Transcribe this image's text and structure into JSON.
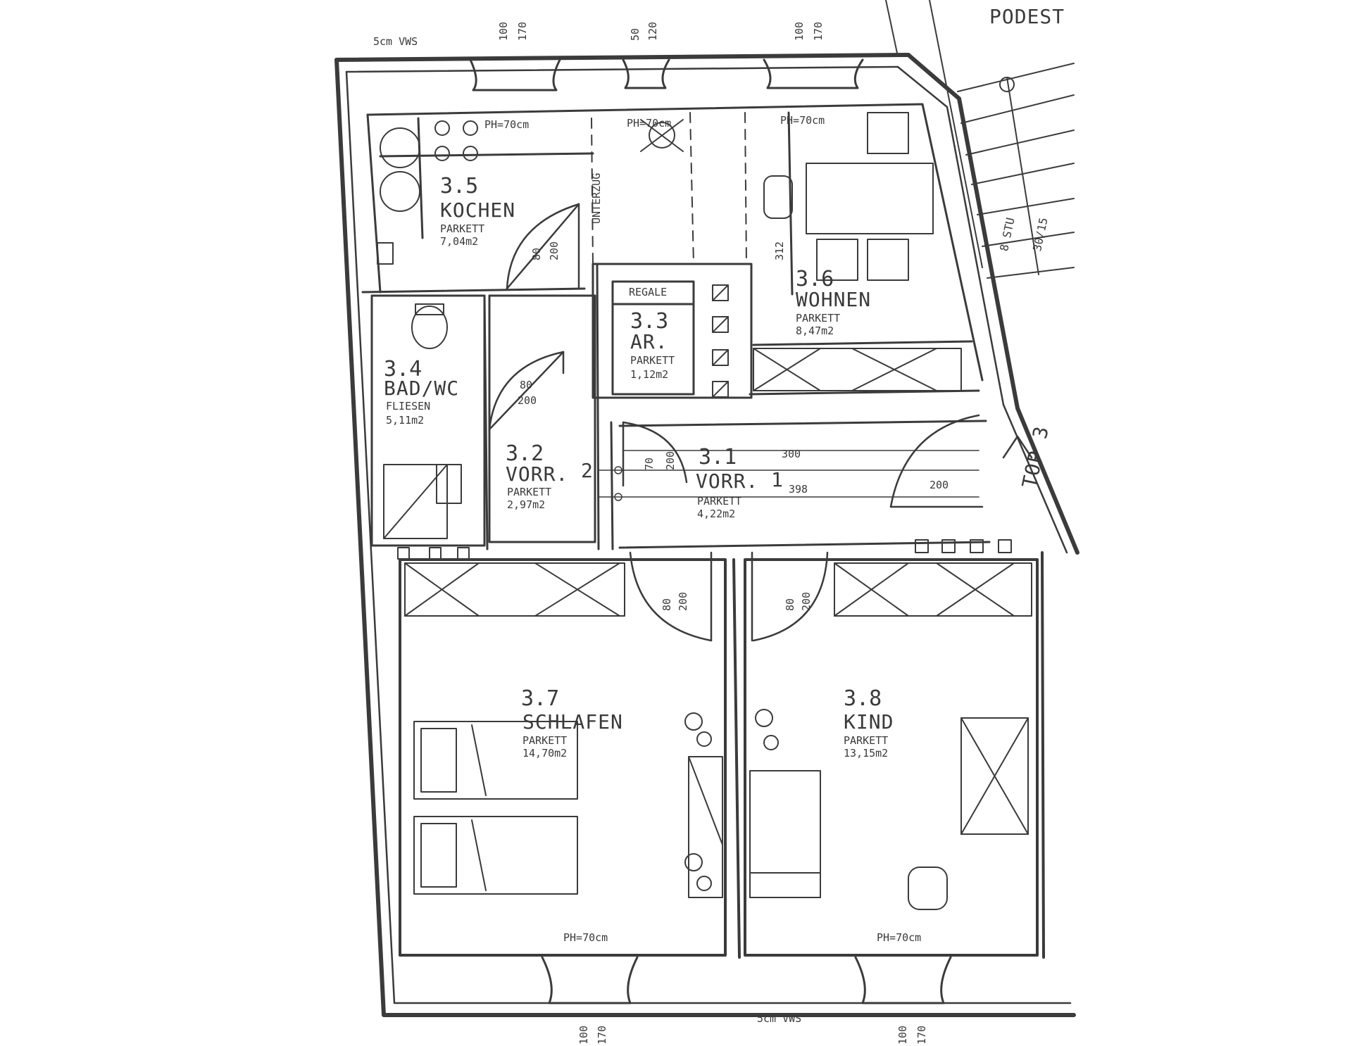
{
  "header": {
    "stairs_label": "PODEST"
  },
  "top_dims": {
    "wall_note": "5cm VWS",
    "window_left": [
      "100",
      "170"
    ],
    "window_mid": [
      "50",
      "120"
    ],
    "window_right": [
      "100",
      "170"
    ]
  },
  "bottom_dims": {
    "wall_note": "5cm VWS",
    "window_left": [
      "100",
      "170"
    ],
    "window_right": [
      "100",
      "170"
    ]
  },
  "stairs": {
    "count": "8 STU",
    "ratio": "30/15"
  },
  "entrance": {
    "label": "TOP 3"
  },
  "rooms": {
    "kochen": {
      "number": "3.5",
      "name": "KOCHEN",
      "floor": "PARKETT",
      "area": "7,04m2",
      "ph": "PH=70cm",
      "door": [
        "80",
        "200"
      ]
    },
    "wohnen": {
      "number": "3.6",
      "name": "WOHNEN",
      "floor": "PARKETT",
      "area": "8,47m2",
      "ph": "PH=70cm",
      "height_mark": "312"
    },
    "ar": {
      "number": "3.3",
      "name": "AR.",
      "floor": "PARKETT",
      "area": "1,12m2",
      "shelves": "REGALE"
    },
    "bad": {
      "number": "3.4",
      "name": "BAD/WC",
      "floor": "FLIESEN",
      "area": "5,11m2",
      "door": [
        "80",
        "200"
      ]
    },
    "vorr2": {
      "number": "3.2",
      "name": "VORR.",
      "floor": "PARKETT",
      "area": "2,97m2",
      "marker": "2"
    },
    "vorr1": {
      "number": "3.1",
      "name": "VORR.",
      "floor": "PARKETT",
      "area": "4,22m2",
      "marker": "1",
      "dim_a": "300",
      "dim_b": "398",
      "door": [
        "70",
        "200"
      ],
      "entry_door": "200"
    },
    "schlafen": {
      "number": "3.7",
      "name": "SCHLAFEN",
      "floor": "PARKETT",
      "area": "14,70m2",
      "ph": "PH=70cm",
      "door": [
        "80",
        "200"
      ]
    },
    "kind": {
      "number": "3.8",
      "name": "KIND",
      "floor": "PARKETT",
      "area": "13,15m2",
      "ph": "PH=70cm",
      "door": [
        "80",
        "200"
      ]
    }
  },
  "kitchen_note": "UNTERZUG",
  "kitchen_ph2": "PH=70cm"
}
